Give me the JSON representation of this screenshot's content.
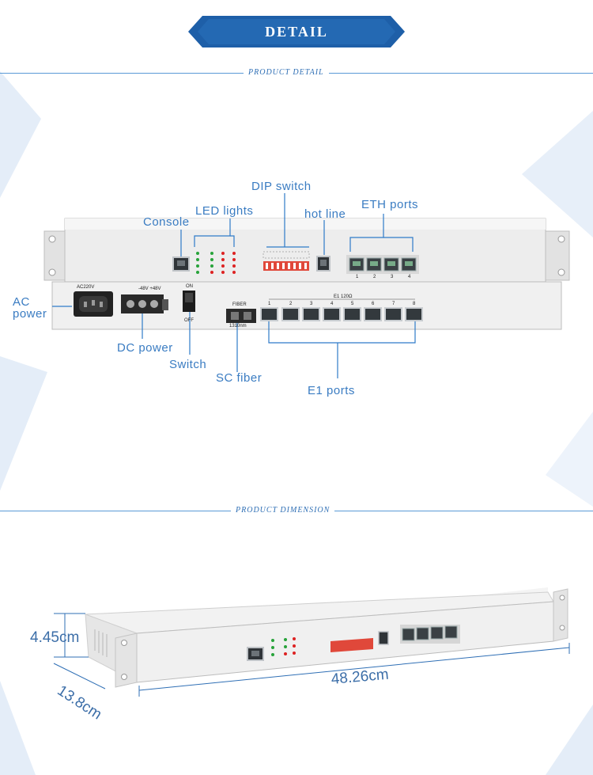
{
  "header": {
    "title": "DETAIL"
  },
  "sections": {
    "detail_title": "PRODUCT DETAIL",
    "dimension_title": "PRODUCT DIMENSION"
  },
  "callouts": {
    "dip_switch": "DIP switch",
    "led_lights": "LED lights",
    "console": "Console",
    "hot_line": "hot line",
    "eth_ports": "ETH ports",
    "ac_power_1": "AC",
    "ac_power_2": "power",
    "dc_power": "DC power",
    "switch": "Switch",
    "sc_fiber": "SC fiber",
    "e1_ports": "E1 ports"
  },
  "device_print": {
    "ac220v": "AC220V",
    "dc_voltage": "-48V +48V",
    "on": "ON",
    "off": "OFF",
    "fiber": "FIBER",
    "wavelength": "1310nm",
    "e1_header": "E1 120Ω",
    "e1_numbers": [
      "1",
      "2",
      "3",
      "4",
      "5",
      "6",
      "7",
      "8"
    ],
    "eth_numbers": [
      "1",
      "2",
      "3",
      "4"
    ]
  },
  "dimensions": {
    "height": "4.45cm",
    "depth": "13.8cm",
    "width": "48.26cm"
  },
  "colors": {
    "banner": "#1e5fa8",
    "accent": "#3a7cc2",
    "bg_shape": "#dfe9f6"
  }
}
